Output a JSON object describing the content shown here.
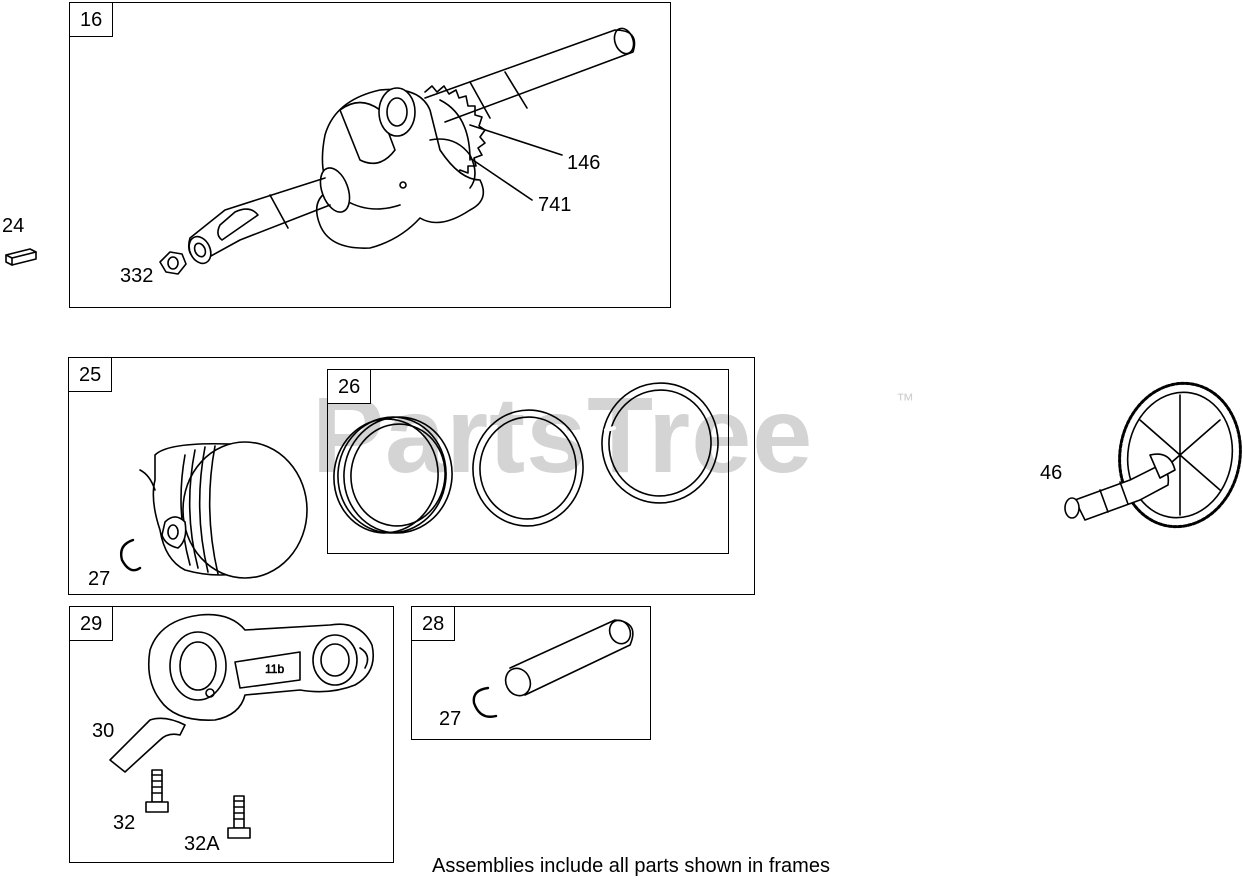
{
  "watermark": {
    "text": "PartsTree",
    "tm": "™"
  },
  "frames": {
    "crankshaft": "16",
    "piston": "25",
    "rings": "26",
    "conrod": "29",
    "pin": "28"
  },
  "callouts": {
    "key": "24",
    "gear_146": "146",
    "gear_741": "741",
    "nut_332": "332",
    "clip_27a": "27",
    "clip_27b": "27",
    "dipper_30": "30",
    "bolt_32": "32",
    "bolt_32a": "32A",
    "camshaft_46": "46"
  },
  "caption": "Assemblies include all parts shown in frames"
}
